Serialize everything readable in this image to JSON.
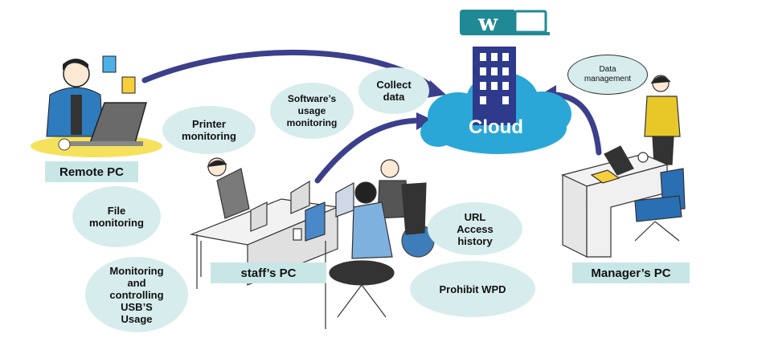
{
  "labels": {
    "remote_pc": "Remote PC",
    "staff_pc": "staff’s PC",
    "manager_pc": "Manager’s PC",
    "cloud": "Cloud"
  },
  "bubbles": {
    "printer_monitoring": "Printer monitoring",
    "software_usage": "Software’s usage monitoring",
    "collect_data": "Collect data",
    "data_management": "Data management",
    "file_monitoring": "File monitoring",
    "usb_monitoring": "Monitoring and controlling USB’S Usage",
    "url_access": "URL Access history",
    "prohibit_wpd": "Prohibit WPD"
  },
  "logo": {
    "text": "w"
  },
  "colors": {
    "arrow": "#3c3f8c",
    "cloud": "#2aa7d6",
    "cloud_text": "#ffffff",
    "building": "#2e3a8c",
    "bubble": "#d7ecec",
    "label_box": "#c9e6e6",
    "logo": "#1f8a95"
  }
}
